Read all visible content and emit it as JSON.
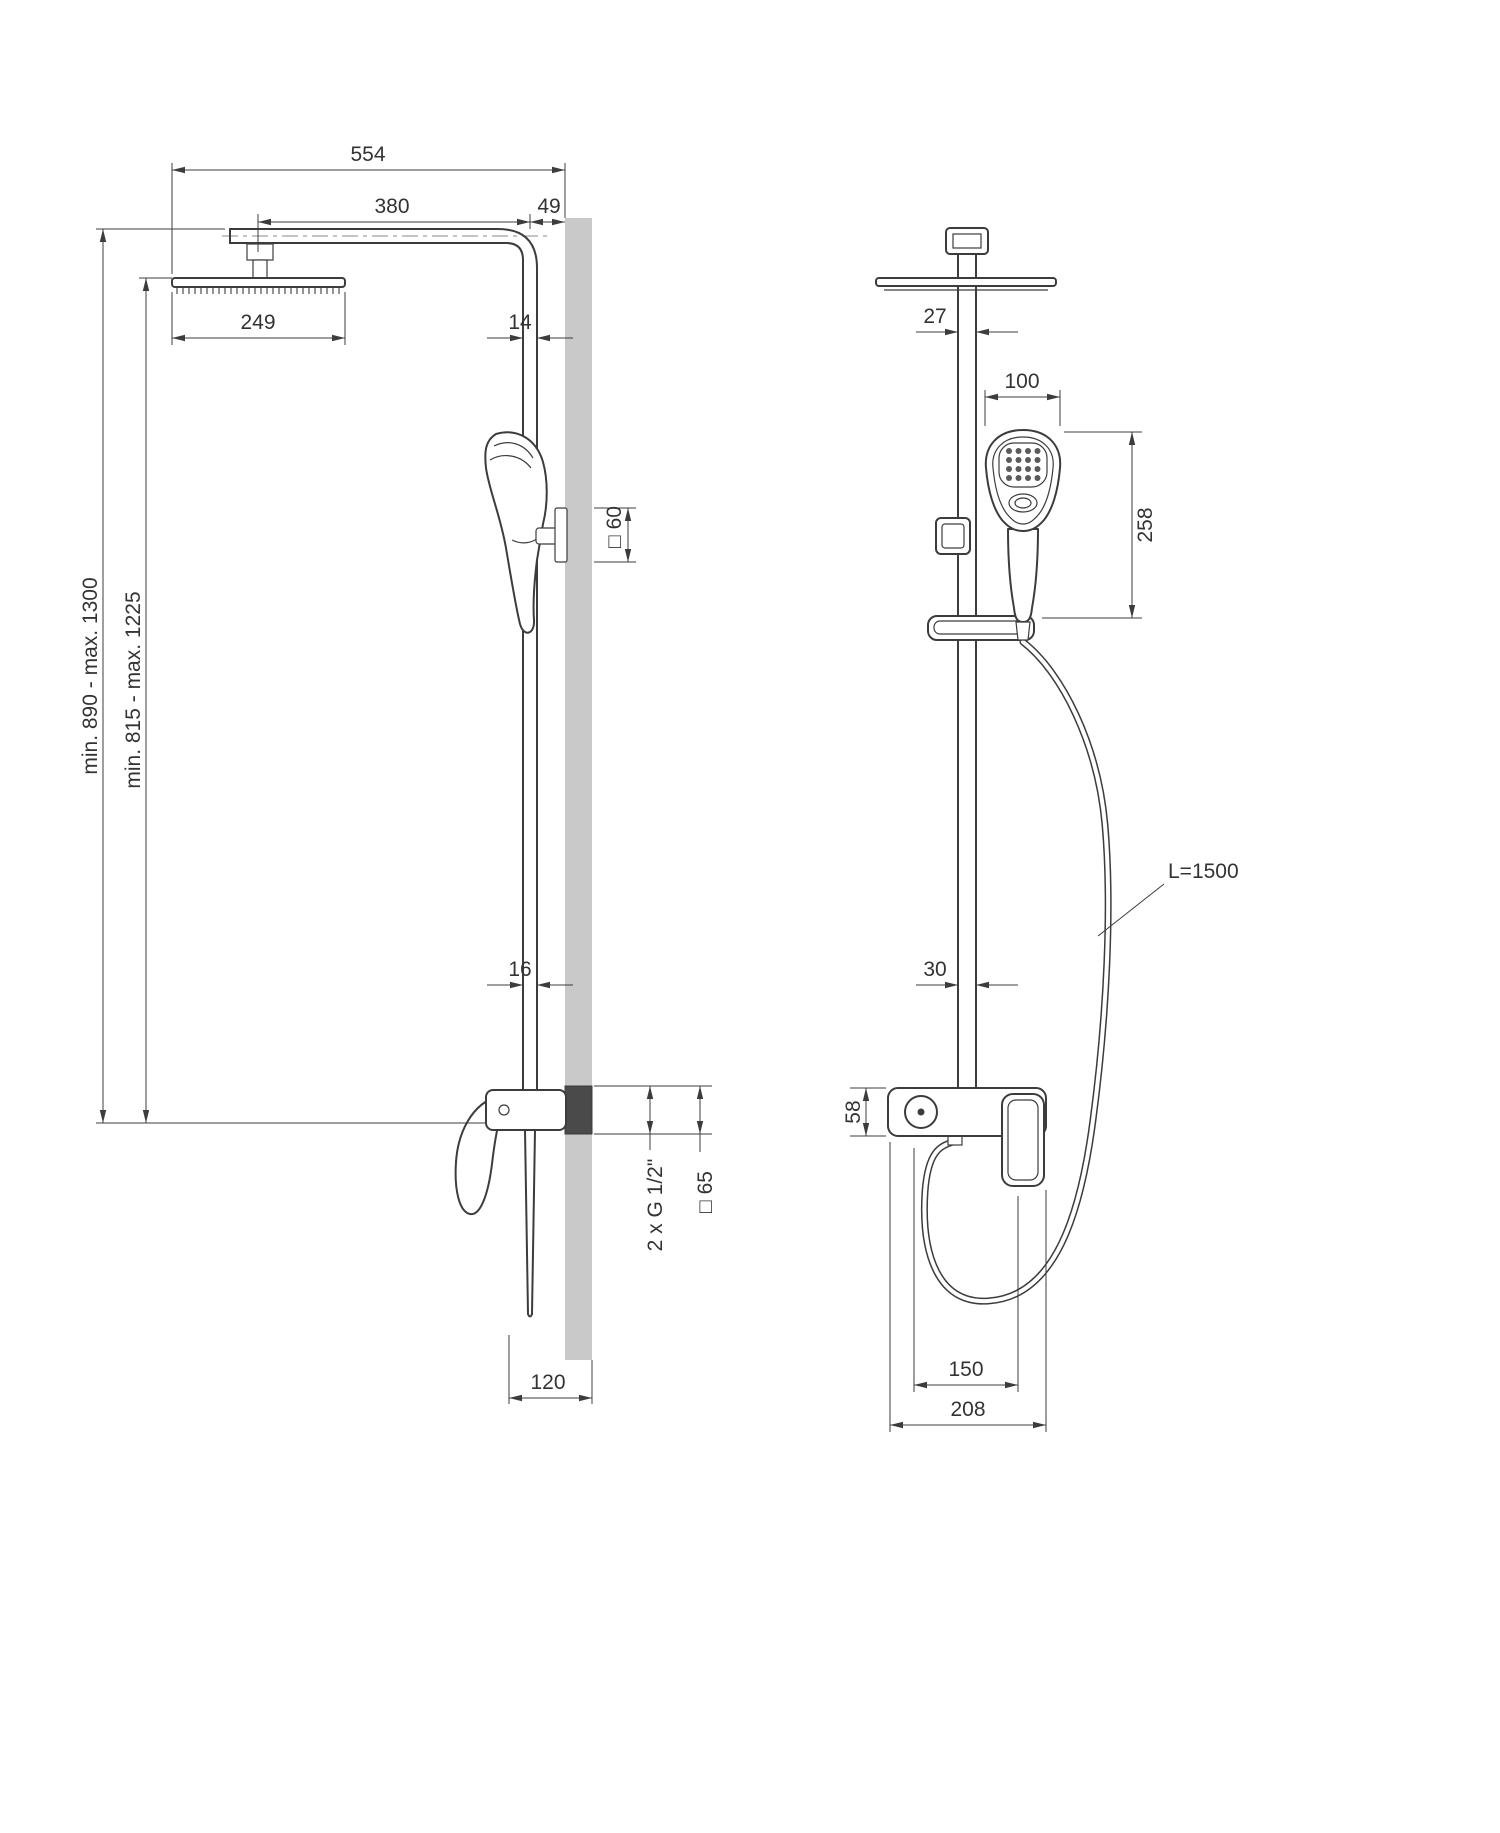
{
  "meta": {
    "title": "Shower column technical drawing, two views with dimensions"
  },
  "dims": {
    "left": {
      "overall_width": "554",
      "arm_reach": "380",
      "wall_offset": "49",
      "head_width": "249",
      "pipe_top": "14",
      "holder_plate": "□ 60",
      "height_range_outer": "min. 890 - max. 1300",
      "height_range_inner": "min. 815 - max. 1225",
      "pipe_bottom": "16",
      "connections": "2 x G 1/2\"",
      "escutcheon": "□ 65",
      "spout_projection": "120"
    },
    "right": {
      "pipe_width_top": "27",
      "handshower_width": "100",
      "handshower_length": "258",
      "hose_length": "L=1500",
      "pipe_width_bottom": "30",
      "mixer_height": "58",
      "inlet_spacing": "150",
      "mixer_width": "208"
    }
  },
  "colors": {
    "line": "#3c3c3c",
    "wall": "#c9c9c9",
    "text": "#333333"
  }
}
